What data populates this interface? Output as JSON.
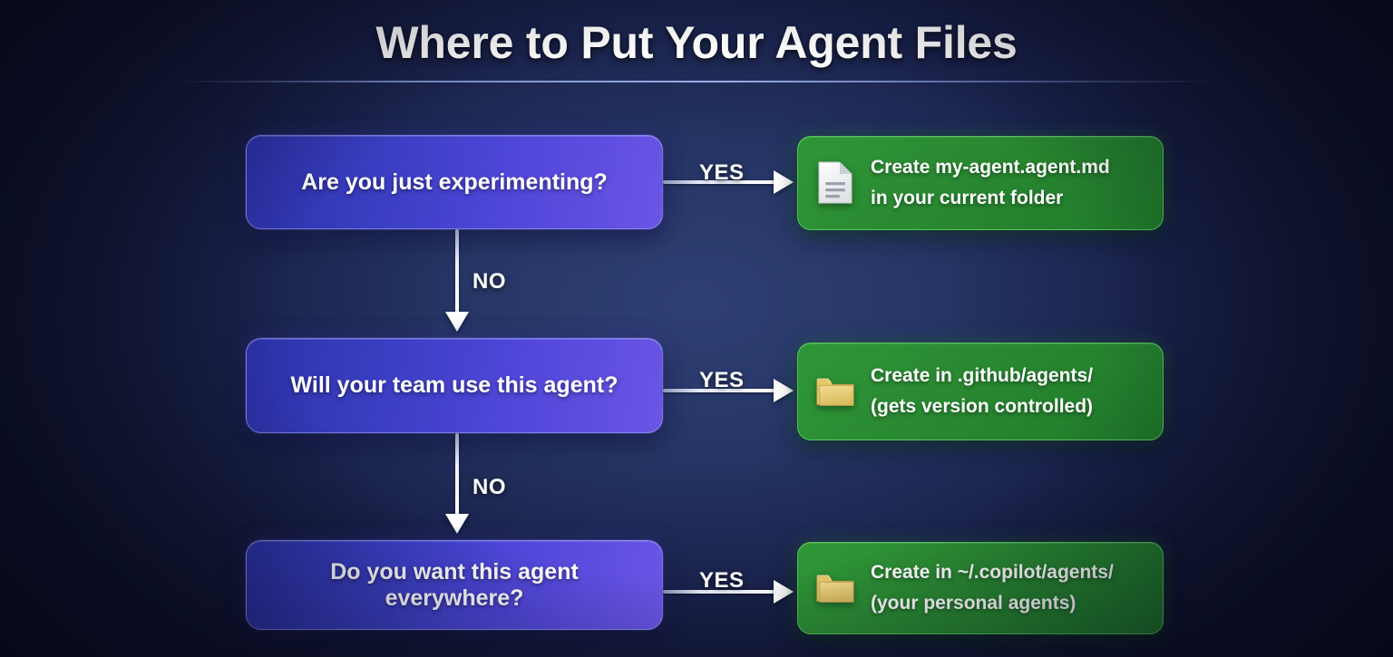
{
  "header": {
    "title": "Where to Put Your Agent Files"
  },
  "flow": {
    "decisions": [
      {
        "label": "Are you just experimenting?",
        "branch_yes": "YES",
        "branch_no": "NO"
      },
      {
        "label": "Will your team use this agent?",
        "branch_yes": "YES",
        "branch_no": "NO"
      },
      {
        "label": "Do you want this agent everywhere?",
        "branch_yes": "YES",
        "branch_no": ""
      }
    ],
    "outcomes": [
      {
        "icon": "document-icon",
        "line1": "Create my-agent.agent.md",
        "line2": "in your current folder"
      },
      {
        "icon": "folder-icon",
        "line1": "Create in .github/agents/",
        "line2": "(gets version controlled)"
      },
      {
        "icon": "folder-icon",
        "line1": "Create in ~/.copilot/agents/",
        "line2": "(your personal agents)"
      }
    ]
  },
  "colors": {
    "background_dark": "#0d1029",
    "background_center": "#2f4075",
    "decision_blue_start": "#2b32a8",
    "decision_blue_end": "#6a55e6",
    "outcome_green_start": "#2f9637",
    "outcome_green_end": "#1f7a2a",
    "connector_white": "#ffffff",
    "folder_yellow": "#e8c96a",
    "document_white": "#eceff1"
  }
}
